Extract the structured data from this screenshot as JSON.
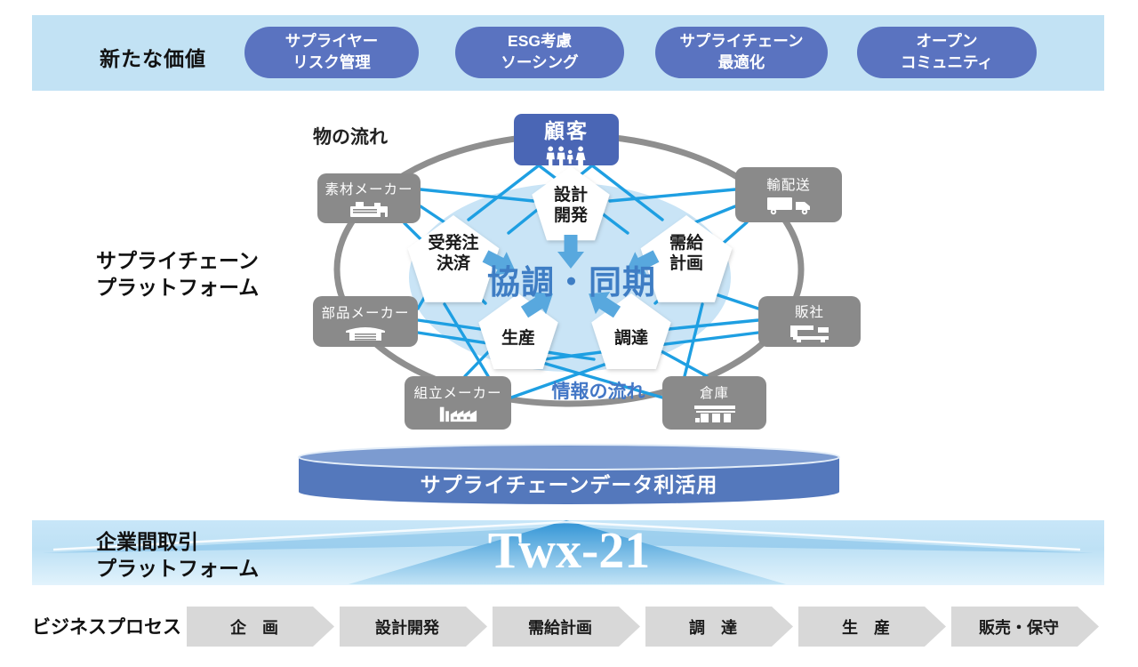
{
  "colors": {
    "band_blue": "#C2E2F4",
    "pill_blue": "#5A73C0",
    "customer_blue": "#4A66B5",
    "node_gray": "#8A8A8A",
    "flow_line_blue": "#1E9FE2",
    "inner_ellipse_blue": "#C9E4F6",
    "center_text_blue": "#3E7DC4",
    "block_arrow_blue": "#58A8DE",
    "cylinder_blue": "#5478BC",
    "chevron_gray": "#D8D8D8"
  },
  "top_band": {
    "label": "新たな価値",
    "pills": [
      {
        "text": "サプライヤー\nリスク管理"
      },
      {
        "text": "ESG考慮\nソーシング"
      },
      {
        "text": "サプライチェーン\n最適化"
      },
      {
        "text": "オープン\nコミュニティ"
      }
    ]
  },
  "platform": {
    "label": "サプライチェーン\nプラットフォーム",
    "goods_flow": "物の流れ",
    "info_flow": "情報の流れ",
    "center": "協調・同期",
    "nodes": {
      "customer": "顧客",
      "material": "素材メーカー",
      "transport": "輸配送",
      "parts": "部品メーカー",
      "dealer": "販社",
      "assembly": "組立メーカー",
      "warehouse": "倉庫"
    },
    "functions": {
      "design": "設計\n開発",
      "order": "受発注\n決済",
      "demand": "需給\n計画",
      "production": "生産",
      "procurement": "調達"
    }
  },
  "data_layer": {
    "label": "サプライチェーンデータ利活用"
  },
  "b2b_band": {
    "label": "企業間取引\nプラットフォーム",
    "brand": "Twx-21"
  },
  "process_band": {
    "label": "ビジネスプロセス",
    "steps": [
      "企　画",
      "設計開発",
      "需給計画",
      "調　達",
      "生　産",
      "販売・保守"
    ]
  }
}
